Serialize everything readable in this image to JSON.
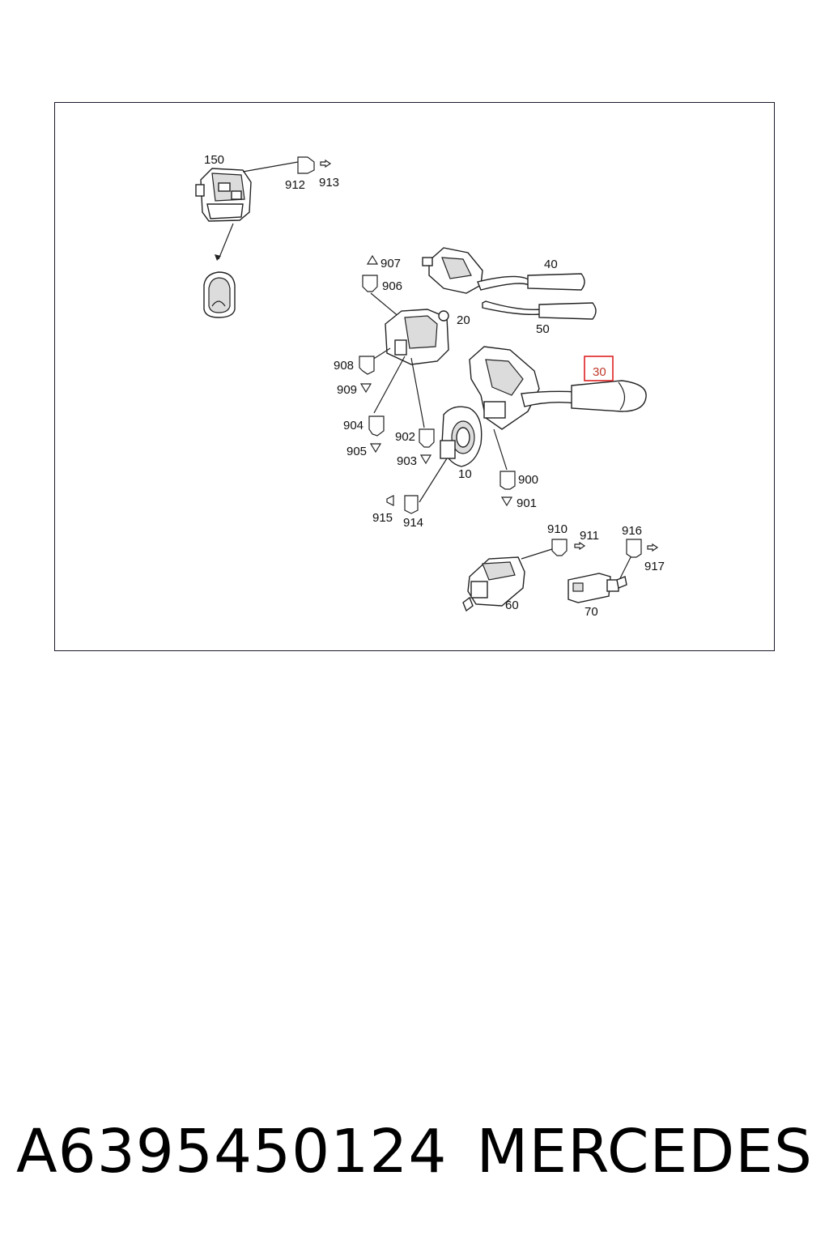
{
  "footer": {
    "part_number": "A6395450124",
    "brand": "MERCEDES"
  },
  "callouts": {
    "c150": "150",
    "c912": "912",
    "c913": "913",
    "c907": "907",
    "c906": "906",
    "c40": "40",
    "c50": "50",
    "c20": "20",
    "c908": "908",
    "c909": "909",
    "c30": "30",
    "c904": "904",
    "c905": "905",
    "c902": "902",
    "c903": "903",
    "c10": "10",
    "c900": "900",
    "c901": "901",
    "c915": "915",
    "c914": "914",
    "c910": "910",
    "c911": "911",
    "c916": "916",
    "c917": "917",
    "c60": "60",
    "c70": "70"
  },
  "highlight": {
    "callout": "30",
    "color": "#dd2222"
  }
}
